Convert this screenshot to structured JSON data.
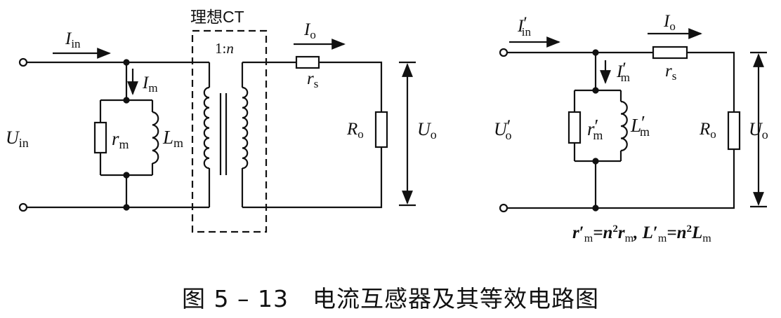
{
  "caption": "图 5 – 13　电流互感器及其等效电路图",
  "left": {
    "ideal_ct": "理想CT",
    "ratio": {
      "a": "1",
      "sep": ":",
      "b": "n"
    },
    "I_in": {
      "base": "I",
      "sub": "in"
    },
    "I_m": {
      "base": "I",
      "sub": "m"
    },
    "I_o": {
      "base": "I",
      "sub": "o"
    },
    "U_in": {
      "base": "U",
      "sub": "in"
    },
    "U_o": {
      "base": "U",
      "sub": "o"
    },
    "r_m": {
      "base": "r",
      "sub": "m"
    },
    "L_m": {
      "base": "L",
      "sub": "m"
    },
    "r_s": {
      "base": "r",
      "sub": "s"
    },
    "R_o": {
      "base": "R",
      "sub": "o"
    }
  },
  "right": {
    "I_in": {
      "base": "I",
      "prime": "′",
      "sub": "in"
    },
    "I_m": {
      "base": "I",
      "prime": "′",
      "sub": "m"
    },
    "I_o": {
      "base": "I",
      "sub": "o"
    },
    "U_o_prime": {
      "base": "U",
      "prime": "′",
      "sub": "o"
    },
    "U_o": {
      "base": "U",
      "sub": "o"
    },
    "r_m": {
      "base": "r",
      "prime": "′",
      "sub": "m"
    },
    "L_m": {
      "base": "L",
      "prime": "′",
      "sub": "m"
    },
    "r_s": {
      "base": "r",
      "sub": "s"
    },
    "R_o": {
      "base": "R",
      "sub": "o"
    },
    "formula": {
      "p1": "r",
      "p2": "′",
      "p3": "m",
      "p4": "=n",
      "p5": "2",
      "p6": "r",
      "p7": "m",
      "p8": ", L",
      "p9": "′",
      "p10": "m",
      "p11": "=n",
      "p12": "2",
      "p13": "L",
      "p14": "m"
    }
  }
}
